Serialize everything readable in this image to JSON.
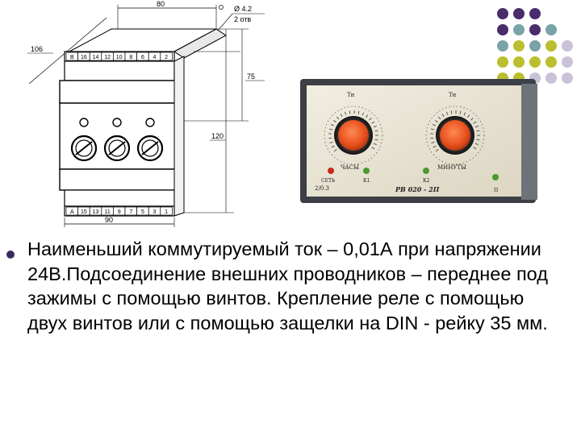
{
  "colors": {
    "purple": "#4b2b6b",
    "teal": "#7aa3a6",
    "olive": "#b9bf2e",
    "lavender": "#c9c2d8",
    "bullet": "#3b2a5e"
  },
  "drawing": {
    "dim_width_top": "80",
    "dim_diagonal": "106",
    "dim_hole": "Ø 4.2",
    "dim_hole_count": "2 отв",
    "dim_height_upper": "75",
    "dim_height_total": "120",
    "dim_width_bottom": "90",
    "terminals_top": [
      "В",
      "16",
      "14",
      "12",
      "10",
      "8",
      "6",
      "4",
      "2"
    ],
    "terminals_bottom": [
      "А",
      "15",
      "13",
      "11",
      "9",
      "7",
      "5",
      "3",
      "1"
    ]
  },
  "device": {
    "label_left": "Тн",
    "label_right": "Тн",
    "label_hours": "ЧАСЫ",
    "label_minutes": "МИНУТЫ",
    "label_net": "СЕТЬ",
    "label_k1": "К1",
    "label_k2": "К2",
    "label_p": "П",
    "model": "РВ 020 - 2П",
    "voltage": "2/0.3"
  },
  "content": {
    "bullet_text": "Наименьший коммутируемый ток – 0,01А при напряжении 24В.Подсоединение внешних проводников – переднее под зажимы с помощью винтов. Крепление реле с помощью двух винтов или с помощью защелки на DIN - рейку 35 мм."
  }
}
